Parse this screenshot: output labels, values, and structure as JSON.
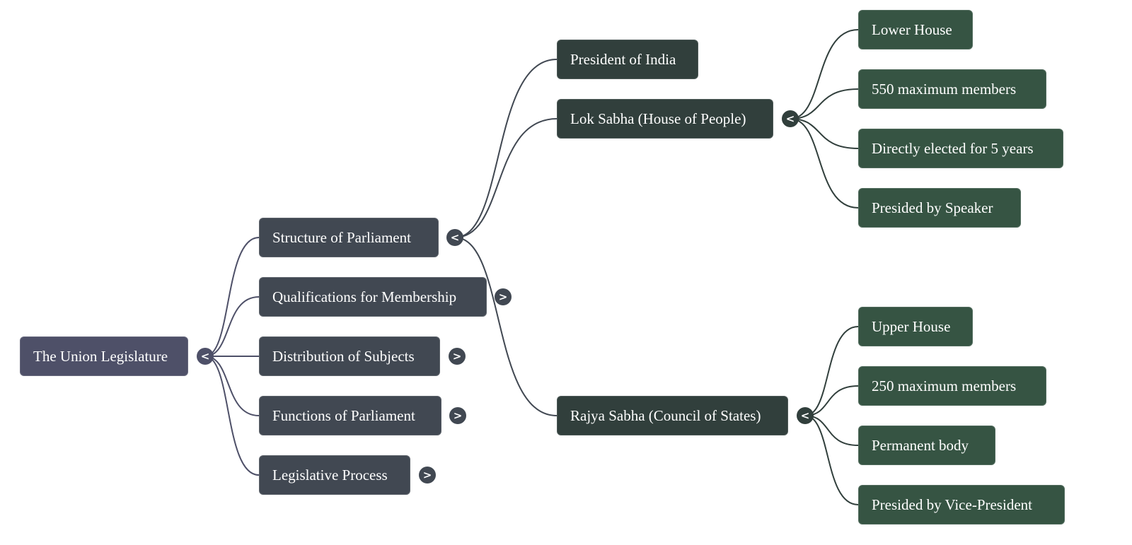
{
  "mindmap": {
    "colors": {
      "root": "#4e5068",
      "level1": "#414852",
      "level2": "#313f3c",
      "level3": "#365443",
      "edge_root": "#4e5068",
      "edge_l1": "#414852",
      "edge_l2": "#313f3c"
    },
    "icons": {
      "collapse": "<",
      "expand": ">"
    },
    "root": {
      "label": "The Union Legislature",
      "state": "expanded"
    },
    "topics": [
      {
        "label": "Structure of Parliament",
        "state": "expanded"
      },
      {
        "label": "Qualifications for Membership",
        "state": "collapsed"
      },
      {
        "label": "Distribution of Subjects",
        "state": "collapsed"
      },
      {
        "label": "Functions of Parliament",
        "state": "collapsed"
      },
      {
        "label": "Legislative Process",
        "state": "collapsed"
      }
    ],
    "structure_children": [
      {
        "label": "President of India"
      },
      {
        "label": "Lok Sabha (House of People)",
        "state": "expanded"
      },
      {
        "label": "Rajya Sabha (Council of States)",
        "state": "expanded"
      }
    ],
    "lok_sabha_children": [
      {
        "label": "Lower House"
      },
      {
        "label": "550 maximum members"
      },
      {
        "label": "Directly elected for 5 years"
      },
      {
        "label": "Presided by Speaker"
      }
    ],
    "rajya_sabha_children": [
      {
        "label": "Upper House"
      },
      {
        "label": "250 maximum members"
      },
      {
        "label": "Permanent body"
      },
      {
        "label": "Presided by Vice-President"
      }
    ]
  }
}
